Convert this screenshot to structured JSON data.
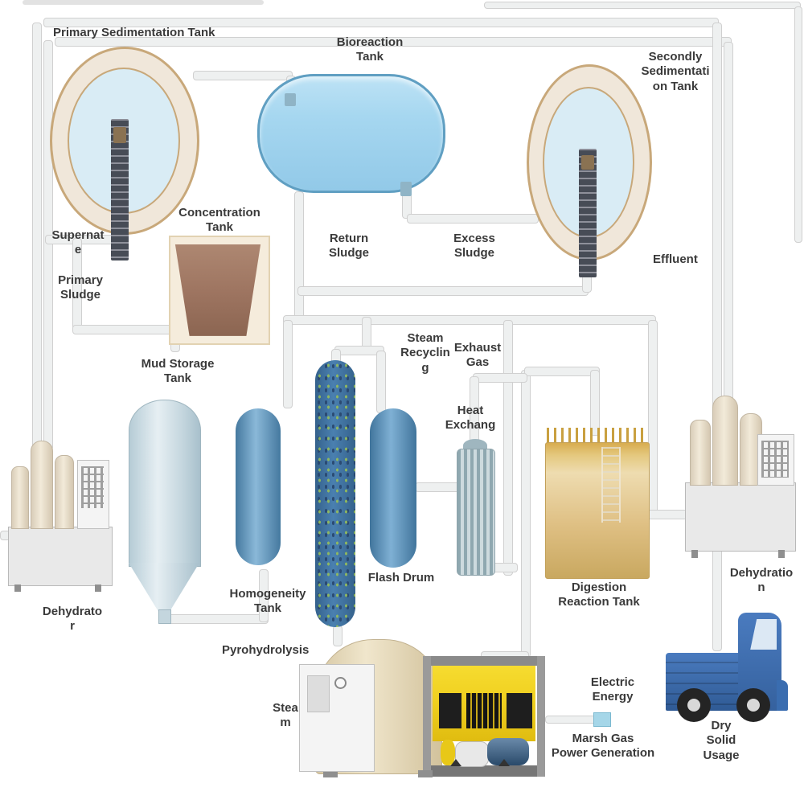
{
  "diagram": {
    "labels": {
      "primary_sedimentation_tank": "Primary Sedimentation Tank",
      "bioreaction_tank": "Bioreaction\nTank",
      "secondly_sedimentation_tank": "Secondly\nSedimentati\non Tank",
      "supernate": "Supernat\ne",
      "primary_sludge": "Primary\nSludge",
      "concentration_tank": "Concentration\nTank",
      "return_sludge": "Return\nSludge",
      "excess_sludge": "Excess\nSludge",
      "effluent": "Effluent",
      "mud_storage_tank": "Mud Storage\nTank",
      "steam_recycling": "Steam\nRecyclin\ng",
      "exhaust_gas": "Exhaust\nGas",
      "heat_exchanger": "Heat\nExchang",
      "flash_drum": "Flash Drum",
      "homogeneity_tank": "Homogeneity\nTank",
      "pyrohydrolysis": "Pyrohydrolysis",
      "steam": "Stea\nm",
      "digestion_reaction_tank": "Digestion\nReaction Tank",
      "dehydrator": "Dehydrato\nr",
      "dehydration": "Dehydratio\nn",
      "electric_energy": "Electric\nEnergy",
      "marsh_gas_power_generation": "Marsh Gas\nPower Generation",
      "dry_solid_usage": "Dry\nSolid\nUsage"
    },
    "colors": {
      "pipe_fill": "#eef0f0",
      "pipe_outline": "#d0d0d0",
      "water_light_blue": "#d9ecf5",
      "tank_ring_beige": "#f0e7da",
      "tank_ring_border": "#c8a87a",
      "bioreaction_fill": "#a6d7f0",
      "sludge_brown": "#9d7460",
      "vessel_blue": "#5b8fbe",
      "pyro_blue": "#3f72a0",
      "digestion_tan": "#dfc084",
      "generator_yellow": "#f0d020",
      "truck_blue": "#3a6db0",
      "electric_connector_blue": "#a5d6e8",
      "label_text": "#3a3a3a"
    }
  }
}
